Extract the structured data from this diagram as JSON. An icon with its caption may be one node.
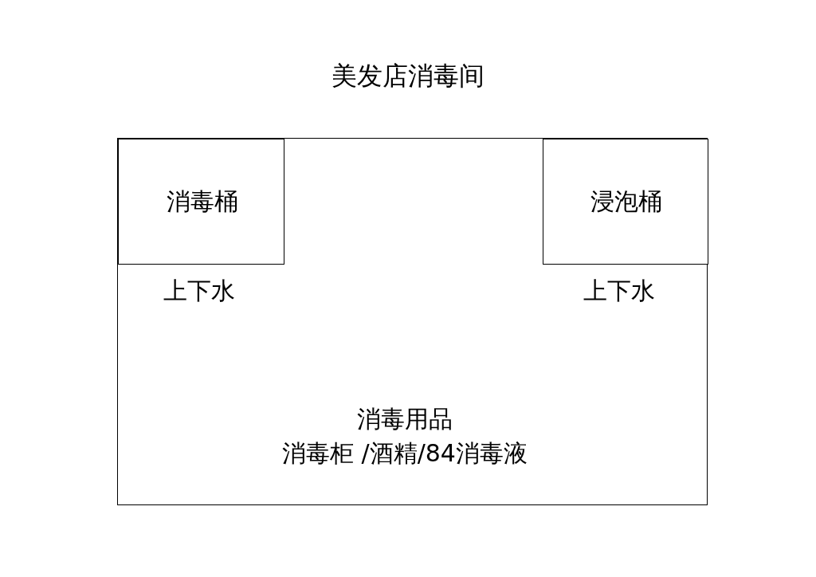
{
  "diagram": {
    "title": "美发店消毒间",
    "nodes": [
      {
        "text": [
          "消毒用品",
          "消毒柜 /酒精/84消毒液"
        ]
      },
      {
        "text": [
          "消毒桶"
        ],
        "in": 0
      },
      {
        "text": [
          "浸泡桶"
        ],
        "in": 0
      }
    ],
    "edges": [],
    "labels": [
      "上下水",
      "上下水"
    ]
  }
}
